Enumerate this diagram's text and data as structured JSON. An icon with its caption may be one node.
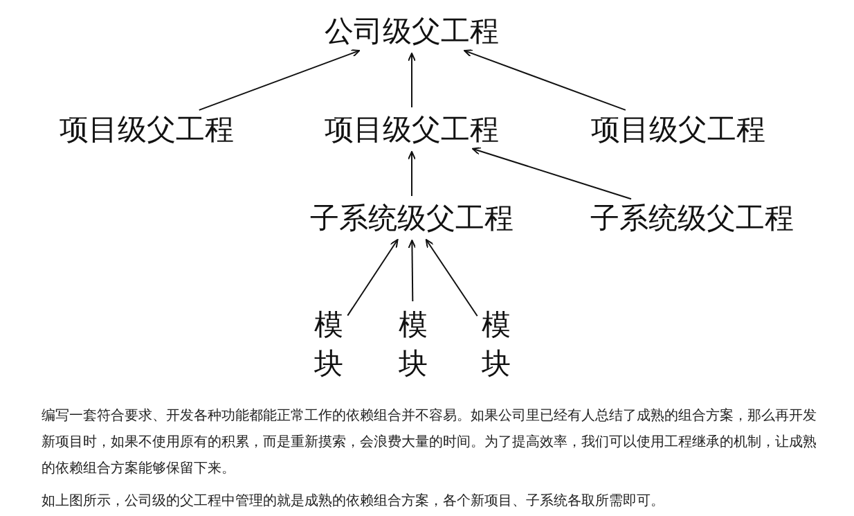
{
  "diagram": {
    "nodes": [
      {
        "text": [
          "公司级父工程"
        ]
      },
      {
        "text": [
          "项目级父工程"
        ]
      },
      {
        "text": [
          "项目级父工程"
        ]
      },
      {
        "text": [
          "项目级父工程"
        ]
      },
      {
        "text": [
          "子系统级父工程"
        ]
      },
      {
        "text": [
          "子系统级父工程"
        ]
      },
      {
        "text": [
          "模块"
        ]
      },
      {
        "text": [
          "模块"
        ]
      },
      {
        "text": [
          "模块"
        ]
      }
    ],
    "edges": [
      {
        "from": 1,
        "to": 0,
        "arrow": "to"
      },
      {
        "from": 2,
        "to": 0,
        "arrow": "to"
      },
      {
        "from": 3,
        "to": 0,
        "arrow": "to"
      },
      {
        "from": 4,
        "to": 2,
        "arrow": "to"
      },
      {
        "from": 5,
        "to": 2,
        "arrow": "to"
      },
      {
        "from": 6,
        "to": 4,
        "arrow": "to"
      },
      {
        "from": 7,
        "to": 4,
        "arrow": "to"
      },
      {
        "from": 8,
        "to": 4,
        "arrow": "to"
      }
    ],
    "labels": [
      "编写一套符合要求、开发各种功能都能正常工作的依赖组合并不容易。如果公司里已经有人总结了成熟的组合方案，那么再开发新项目时，如果不使用原有的积累，而是重新摸索，会浪费大量的时间。为了提高效率，我们可以使用工程继承的机制，让成熟的依赖组合方案能够保留下来。",
      "如上图所示，公司级的父工程中管理的就是成熟的依赖组合方案，各个新项目、子系统各取所需即可。"
    ]
  }
}
